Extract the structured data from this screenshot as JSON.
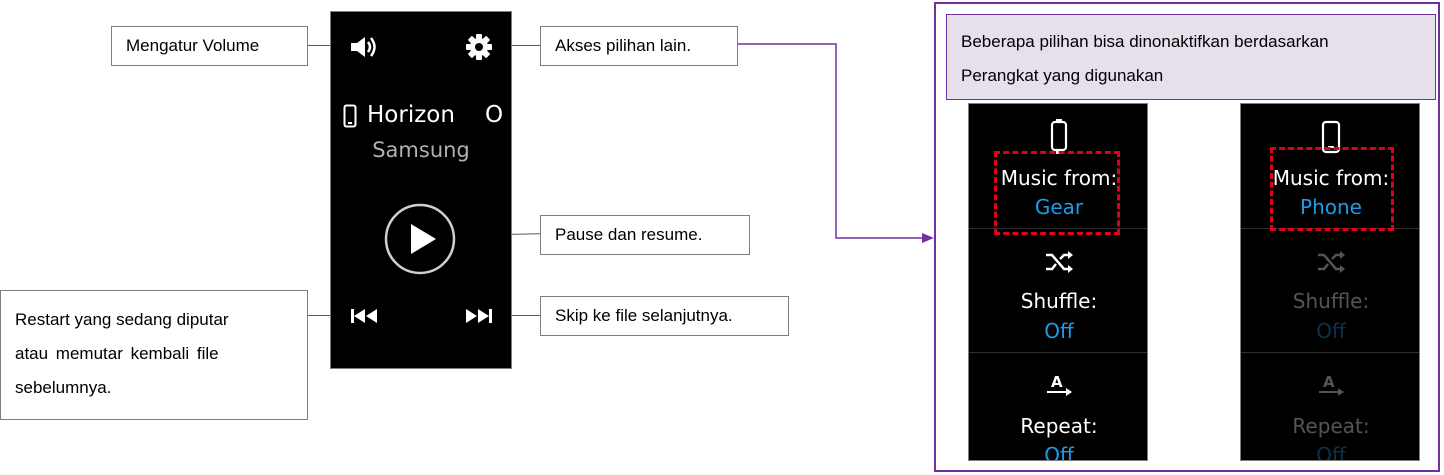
{
  "player": {
    "device_icon": "phone-icon",
    "track_title": "Horizon",
    "track_title_overflow": "O",
    "artist": "Samsung",
    "icons": {
      "volume": "speaker-icon",
      "settings": "gear-icon",
      "play": "play-icon",
      "previous": "previous-track-icon",
      "next": "next-track-icon"
    }
  },
  "callouts": {
    "volume": "Mengatur Volume",
    "settings": "Akses pilihan lain.",
    "play": "Pause dan resume.",
    "next": "Skip ke file selanjutnya.",
    "previous_lines": [
      "Restart yang sedang diputar",
      "atau memutar  kembali  file",
      "sebelumnya."
    ]
  },
  "note_lines": [
    "Beberapa pilihan bisa dinonaktifkan berdasarkan",
    "Perangkat yang digunakan"
  ],
  "settings_screens": [
    {
      "device_icon": "watch-icon",
      "music_label": "Music from:",
      "music_value": "Gear",
      "shuffle_label": "Shuffle:",
      "shuffle_value": "Off",
      "repeat_label": "Repeat:",
      "repeat_value": "Off",
      "options_enabled": true
    },
    {
      "device_icon": "phone-icon",
      "music_label": "Music from:",
      "music_value": "Phone",
      "shuffle_label": "Shuffle:",
      "shuffle_value": "Off",
      "repeat_label": "Repeat:",
      "repeat_value": "Off",
      "options_enabled": false
    }
  ],
  "colors": {
    "accent_value": "#1e9be8",
    "highlight_dashed": "#e0001b",
    "panel_border": "#7030a0",
    "note_background": "#e6e0ec"
  }
}
